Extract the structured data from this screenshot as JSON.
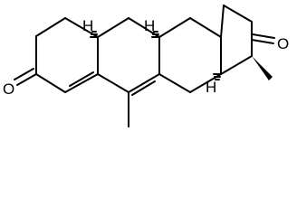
{
  "molecule": {
    "atom_labels": {
      "o_ring_a": "O",
      "o_ring_d": "O",
      "h_9": "H",
      "h_8": "H",
      "h_14": "H"
    },
    "colors": {
      "bond": "#000000",
      "label": "#000000",
      "background": "#ffffff"
    }
  }
}
